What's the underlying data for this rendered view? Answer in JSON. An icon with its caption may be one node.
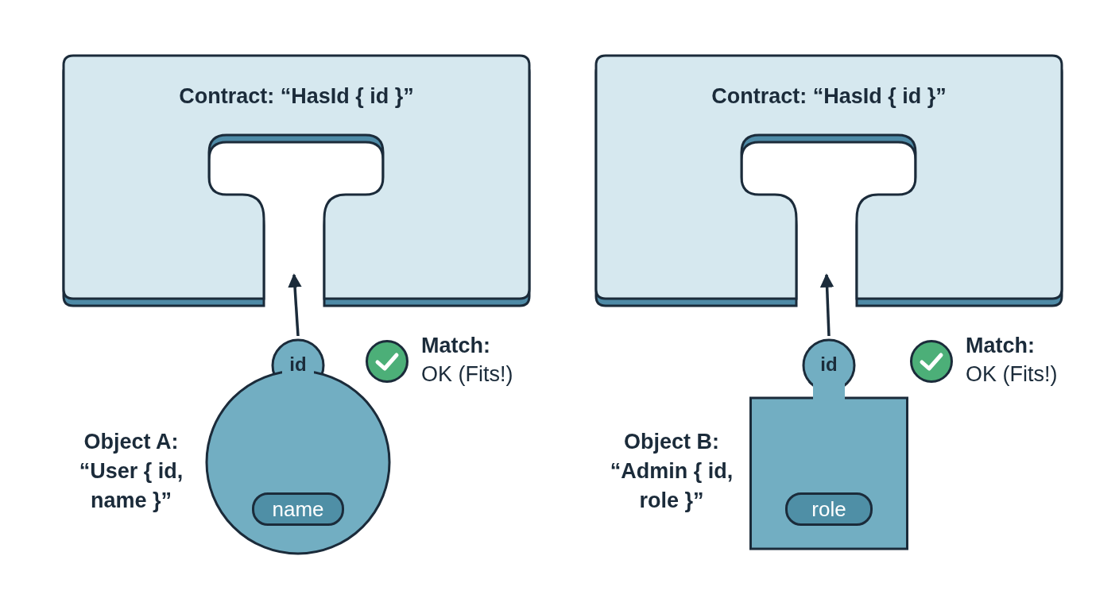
{
  "diagram": {
    "nodes": [
      {
        "text": [
          "Contract: “HasId { id }”"
        ]
      },
      {
        "text": [
          "id"
        ],
        "beside": [
          "Object A: “User { id, name }”"
        ]
      },
      {
        "text": [
          "name"
        ],
        "in": 1
      },
      {
        "text": [
          "Contract: “HasId { id }”"
        ]
      },
      {
        "text": [
          "id"
        ],
        "beside": [
          "Object B: “Admin { id, role }”"
        ]
      },
      {
        "text": [
          "role"
        ],
        "in": 4
      }
    ],
    "edges": [
      {
        "from": 1,
        "to": 0,
        "arrow": "to"
      },
      {
        "from": 4,
        "to": 3,
        "arrow": "to"
      }
    ],
    "labels": [
      "Match:",
      "OK (Fits!)",
      "Match:",
      "OK (Fits!)"
    ]
  }
}
